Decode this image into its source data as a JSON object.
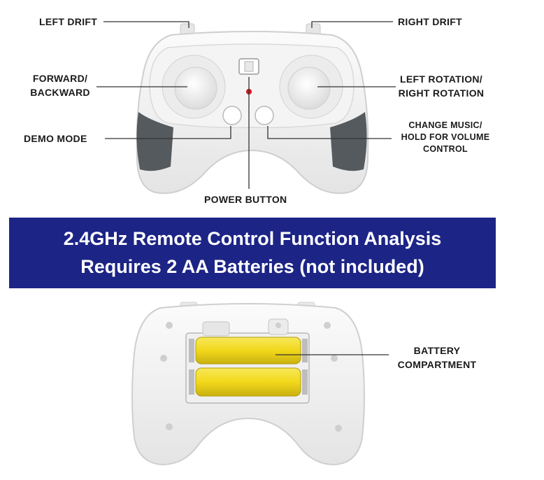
{
  "labels": {
    "left_drift": "LEFT DRIFT",
    "right_drift": "RIGHT DRIFT",
    "forward_line1": "FORWARD/",
    "forward_line2": "BACKWARD",
    "rotation_line1": "LEFT ROTATION/",
    "rotation_line2": "RIGHT ROTATION",
    "demo_mode": "DEMO MODE",
    "change_music_line1": "CHANGE MUSIC/",
    "change_music_line2": "HOLD FOR VOLUME",
    "change_music_line3": "CONTROL",
    "power_button": "POWER BUTTON",
    "battery_line1": "BATTERY",
    "battery_line2": "COMPARTMENT"
  },
  "banner": {
    "line1": "2.4GHz Remote Control Function Analysis",
    "line2": "Requires 2 AA Batteries (not included)"
  },
  "colors": {
    "banner_bg": "#1c2486",
    "battery_yellow": "#f2dc1e",
    "grip_gray": "#555a5e",
    "power_led": "#d9141c"
  }
}
